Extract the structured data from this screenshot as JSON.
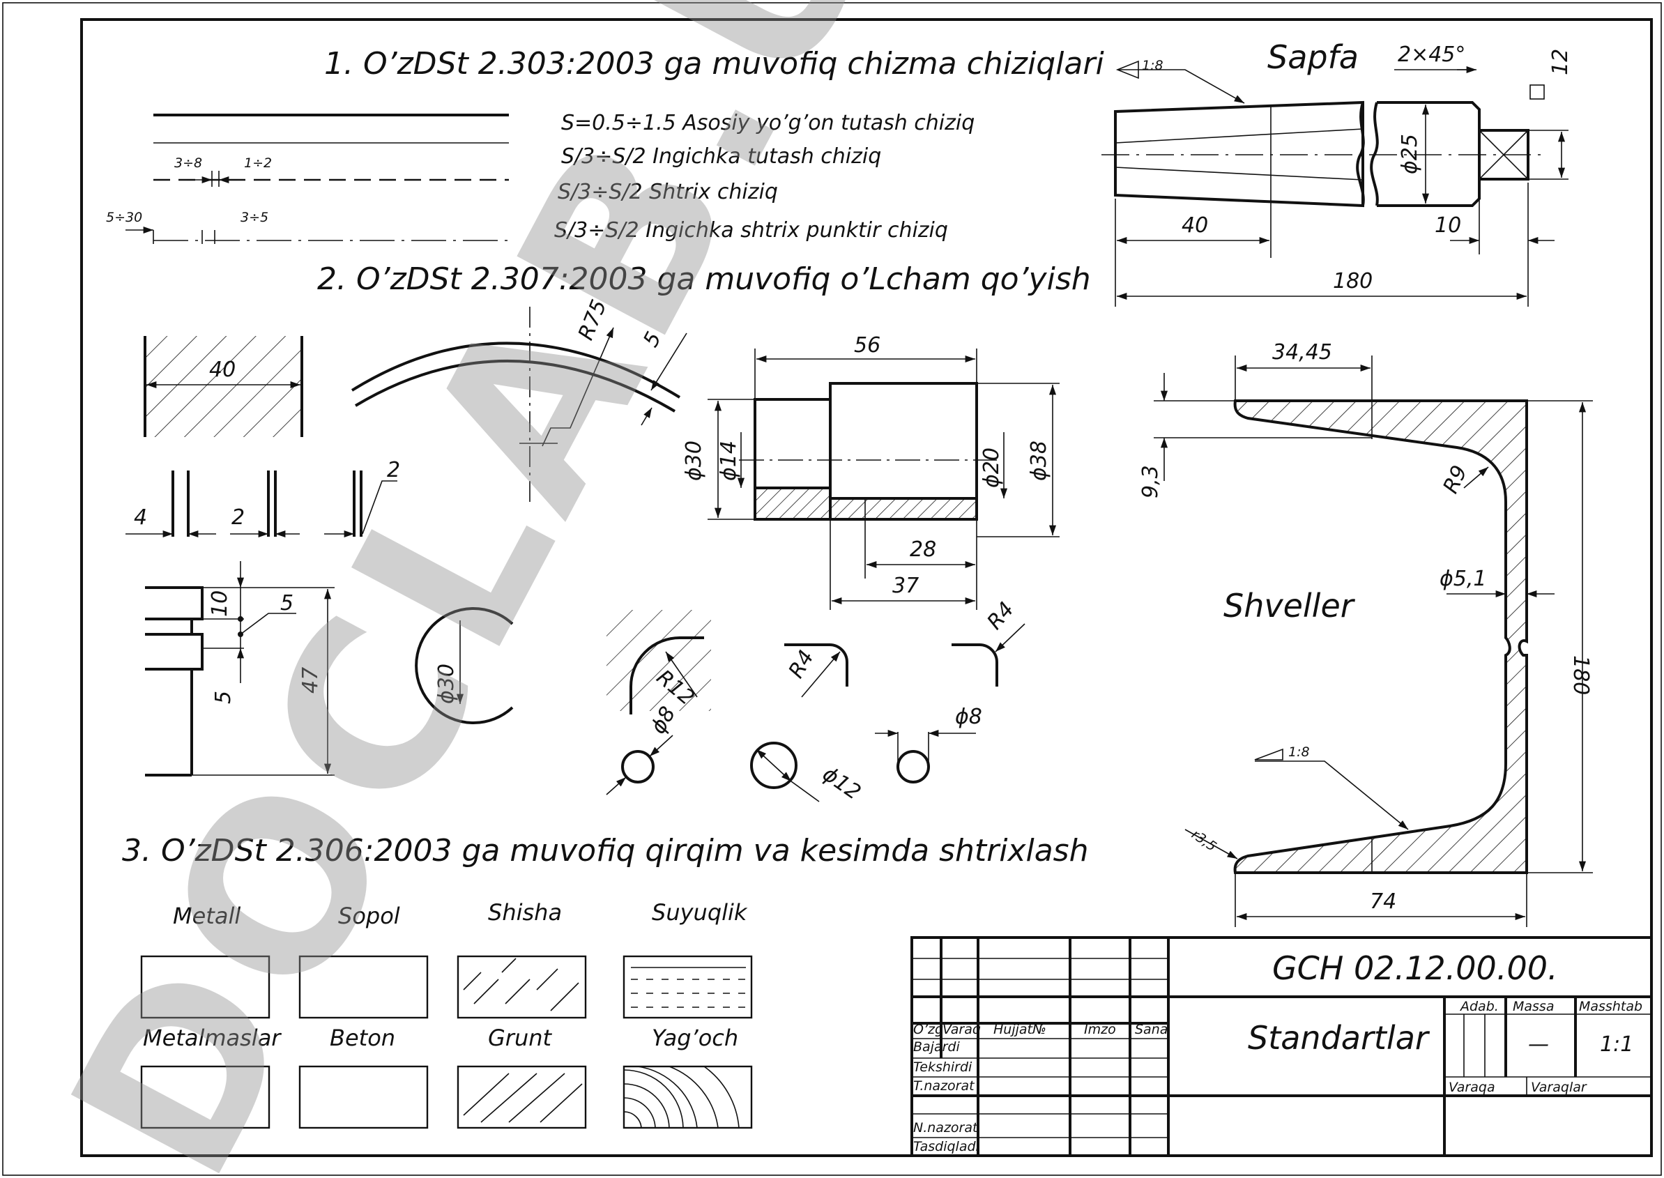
{
  "watermark": "DOCLAB.UZ",
  "section1": {
    "title": "1. O’zDSt 2.303:2003 ga muvofiq chizma chiziqlari",
    "lines": [
      "S=0.5÷1.5 Asosiy yo’g’on tutash chiziq",
      "S/3÷S/2 Ingichka tutash chiziq",
      "S/3÷S/2 Shtrix chiziq",
      "S/3÷S/2 Ingichka shtrix punktir chiziq"
    ],
    "dashes": {
      "dash": "3÷8",
      "gap": "1÷2",
      "long_dash": "5÷30",
      "gap2": "3÷5"
    }
  },
  "section2": {
    "title": "2. O’zDSt  2.307:2003 ga muvofiq o’Lcham qo’yish",
    "dims": {
      "hatch_width": "40",
      "arc_radius": "R75",
      "arc_thickness": "5",
      "slot1": "4",
      "slot2": "2",
      "slot3": "2",
      "step_len": "56",
      "d30": "ϕ30",
      "d14": "ϕ14",
      "d20": "ϕ20",
      "d38": "ϕ38",
      "len28": "28",
      "len37": "37",
      "h10": "10",
      "h5a": "5",
      "h5b": "5",
      "h47": "47",
      "circle30": "ϕ30",
      "r12": "R12",
      "r4a": "R4",
      "r4b": "R4",
      "c8a": "ϕ8",
      "c12": "ϕ12",
      "c8b": "ϕ8"
    }
  },
  "section3": {
    "title": "3. O’zDSt 2.306:2003 ga muvofiq qirqim va kesimda shtrixlash",
    "materials": [
      "Metall",
      "Sopol",
      "Shisha",
      "Suyuqlik",
      "Metalmaslar",
      "Beton",
      "Grunt",
      "Yag’och"
    ]
  },
  "sapfa": {
    "title": "Sapfa",
    "taper": "1:8",
    "chamfer": "2×45°",
    "square": "12",
    "diameter": "ϕ25",
    "len40": "40",
    "len10": "10",
    "len180": "180"
  },
  "shveller": {
    "title": "Shveller",
    "flange": "34,45",
    "t9": "9,3",
    "r9": "R9",
    "web": "ϕ5,1",
    "height": "180",
    "slope": "1:8",
    "r35": "r3,5",
    "width": "74"
  },
  "title_block": {
    "code": "GCH 02.12.00.00.",
    "name": "Standartlar",
    "cols": [
      "O’zg",
      "Varaq",
      "Hujjat№",
      "Imzo",
      "Sana"
    ],
    "rows": [
      "Bajardi",
      "Tekshirdi",
      "T.nazorat",
      "N.nazorat",
      "Tasdiqladi"
    ],
    "adab": "Adab.",
    "massa": "Massa",
    "masshtab": "Masshtab",
    "mass_value": "—",
    "scale_value": "1:1",
    "varaqa": "Varaqa",
    "varaqlar": "Varaqlar"
  }
}
